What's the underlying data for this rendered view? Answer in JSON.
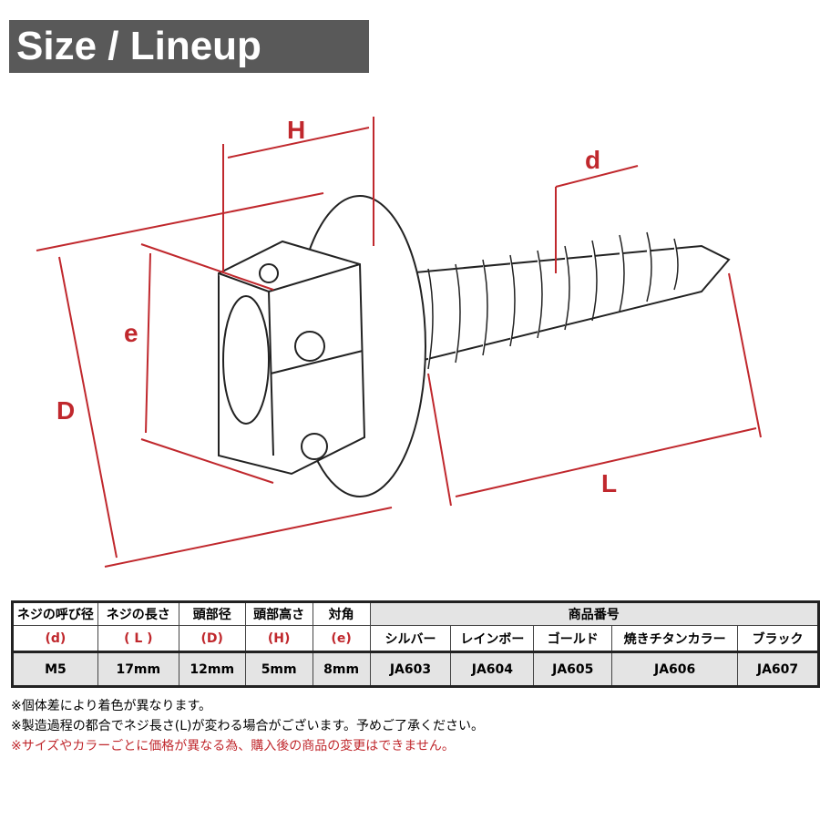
{
  "title": "Size / Lineup",
  "diagram": {
    "labels": {
      "H": "H",
      "d": "d",
      "e": "e",
      "D": "D",
      "L": "L"
    },
    "accent": "#c0282d"
  },
  "table": {
    "headers": [
      {
        "jp": "ネジの呼び径",
        "sym": "(d)"
      },
      {
        "jp": "ネジの長さ",
        "sym": "( L )"
      },
      {
        "jp": "頭部径",
        "sym": "(D)"
      },
      {
        "jp": "頭部高さ",
        "sym": "(H)"
      },
      {
        "jp": "対角",
        "sym": "(e)"
      }
    ],
    "product_header": "商品番号",
    "colors": [
      "シルバー",
      "レインボー",
      "ゴールド",
      "焼きチタンカラー",
      "ブラック"
    ],
    "row": [
      "M5",
      "17mm",
      "12mm",
      "5mm",
      "8mm",
      "JA603",
      "JA604",
      "JA605",
      "JA606",
      "JA607"
    ]
  },
  "notes": [
    "※個体差により着色が異なります。",
    "※製造過程の都合でネジ長さ(L)が変わる場合がございます。予めご了承ください。",
    "※サイズやカラーごとに価格が異なる為、購入後の商品の変更はできません。"
  ]
}
